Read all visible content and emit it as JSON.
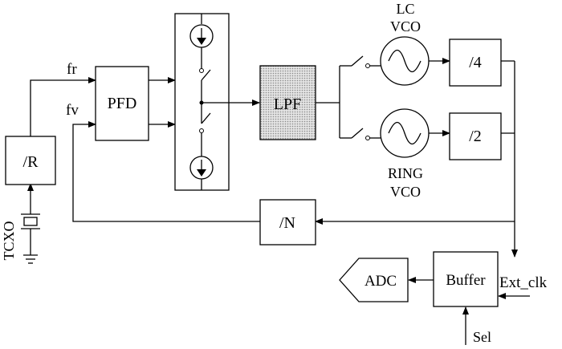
{
  "labels": {
    "fr": "fr",
    "fv": "fv",
    "pfd": "PFD",
    "lpf": "LPF",
    "div_r": "/R",
    "div_n": "/N",
    "div_4": "/4",
    "div_2": "/2",
    "lc_line1": "LC",
    "lc_line2": "VCO",
    "ring_line1": "RING",
    "ring_line2": "VCO",
    "tcxo": "TCXO",
    "adc": "ADC",
    "buffer": "Buffer",
    "ext_clk": "Ext_clk",
    "sel": "Sel"
  },
  "colors": {
    "line": "#000000",
    "lpf_fill": "#cfcfcf"
  }
}
